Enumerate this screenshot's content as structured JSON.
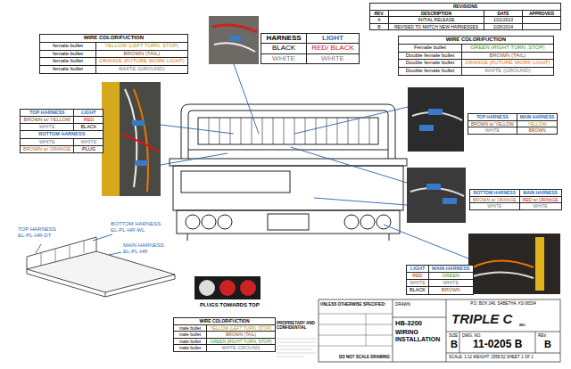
{
  "diagram": {
    "labels": [
      "WIRE COLOR/FUCTION",
      "female bullet",
      "YELLOW (LEFT TURN, STOP)",
      "female bullet",
      "BROWN (TAIL)",
      "female bullet",
      "ORANGE (FUTURE WORK LIGHT)",
      "female bullet",
      "WHITE (GROUND)",
      "HARNESS",
      "LIGHT",
      "BLACK",
      "RED/ BLACK",
      "WHITE",
      "WHITE",
      "REVISIONS",
      "REV.",
      "DESCRIPTION",
      "DATE",
      "APPROVED",
      "A",
      "INITIAL RELEASE",
      "1/21/2013",
      "B",
      "REVISED TO MATCH NEW HARNESSES",
      "2/26/2014",
      "WIRE COLOR/FUCTION",
      "Female bullet",
      "GREEN (RIGHT TURN, STOP)",
      "Double female bullet",
      "BROWN (TAIL)",
      "Double female bullet",
      "ORANGE (FUTURE WORK LIGHT)",
      "Double female bullet",
      "WHITE (GROUND)",
      "TOP HARNESS",
      "LIGHT",
      "BROWN w/ YELLOW",
      "RED",
      "WHITE",
      "BLACK",
      "BOTTOM HARNESS",
      "WHITE",
      "WHITE",
      "BROWN w/ ORANGE",
      "PLUG",
      "TOP HARNESS",
      "MAIN HARNESS",
      "BROWN w/ YELLOW",
      "YELLOW",
      "WHITE",
      "BROWN",
      "BOTTOM HARNESS",
      "MAIN HARNESS",
      "BROWN w/ ORANGE",
      "RED w/ ORANGE",
      "WHITE",
      "WHITE",
      "LIGHT",
      "MAIN HARNESS",
      "RED",
      "GREEN",
      "WHITE",
      "WHITE",
      "BLACK",
      "BROWN",
      "TOP HARNESS EL-PL-HR-DT",
      "BOTTOM HARNESS EL-PL-HR-WL",
      "MAIN HARNESS EL-PL-HR",
      "PLUGS TOWARDS TOP",
      "WIRE COLOR/FUCTION",
      "male bullet",
      "YELLOW (LEFT TURN, STOP)",
      "male bullet",
      "BROWN (TAIL)",
      "male bullet",
      "GREEN (RIGHT TURN, STOP)",
      "male bullet",
      "WHITE (GROUND)",
      "PROPRIETARY AND CONFIDENTIAL",
      "UNLESS OTHERWISE SPECIFIED:",
      "DRAWN",
      "HB-3200",
      "WIRING INSTALLATION",
      "TRIPLE C",
      "INC.",
      "P.O. BOX 246, SABETHA, KS 66534",
      "SIZE",
      "B",
      "DWG. NO.",
      "11-0205 B",
      "REV",
      "B",
      "SCALE: 1:12 WEIGHT: 1558.52 SHEET 1 OF 1",
      "DO NOT SCALE DRAWING"
    ]
  }
}
